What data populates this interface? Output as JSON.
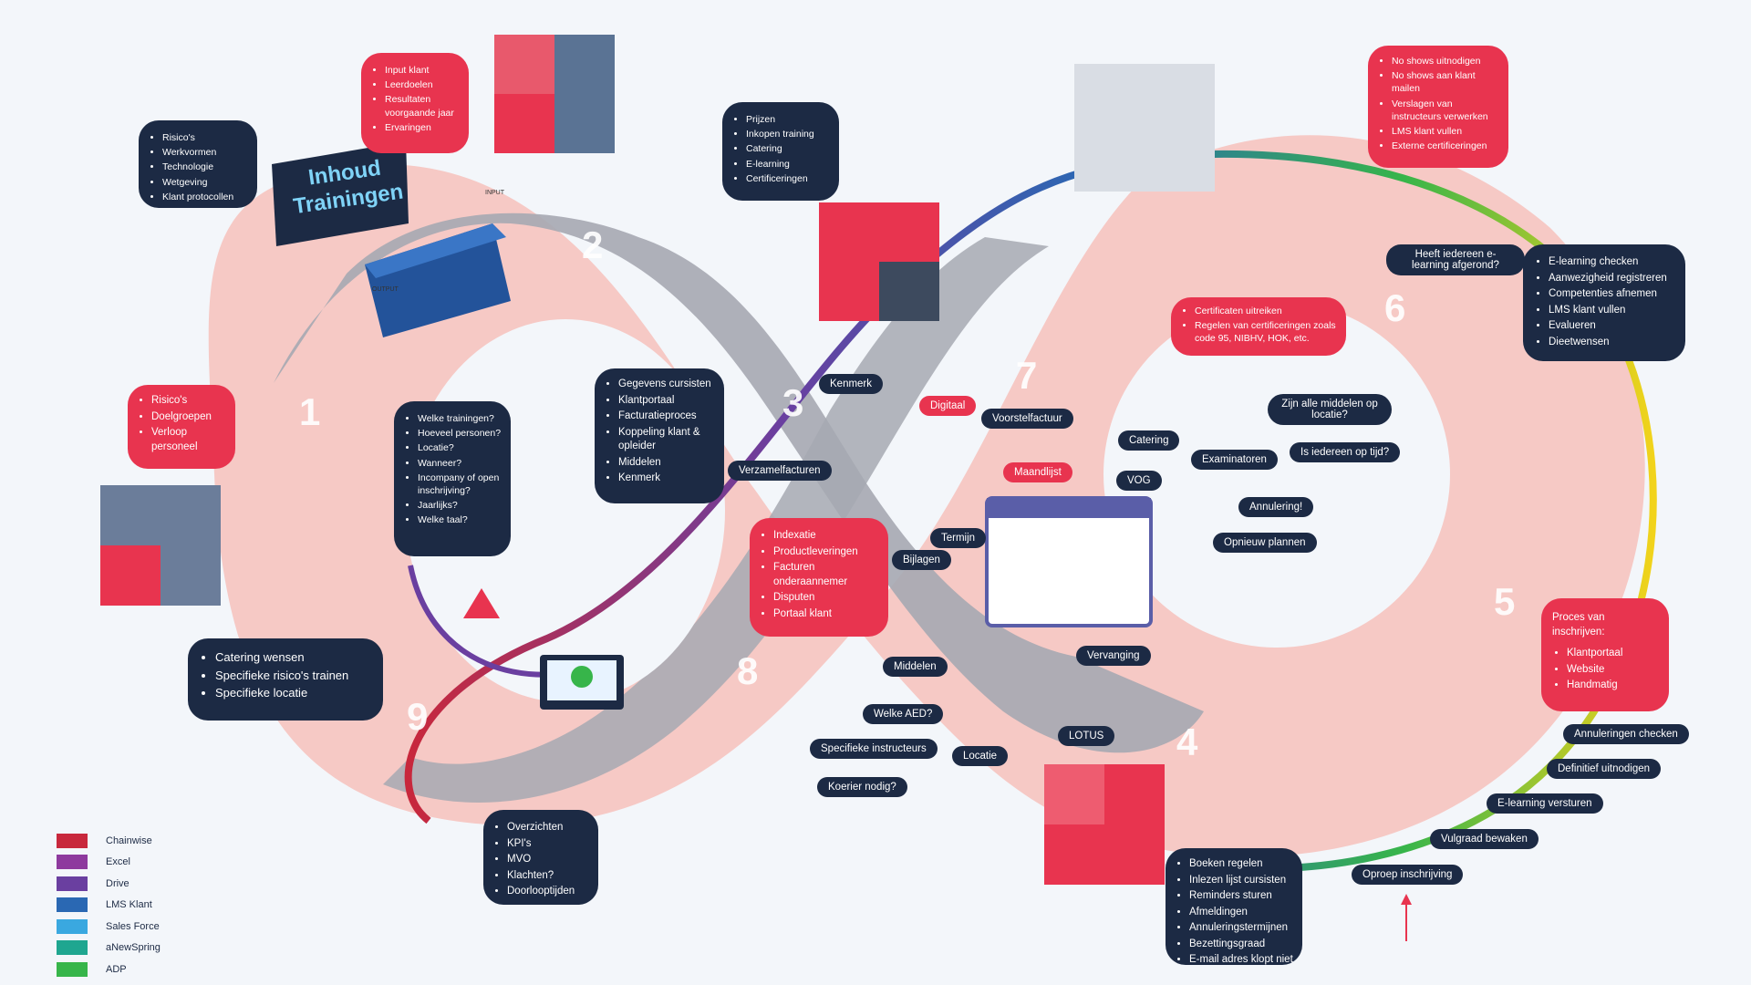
{
  "colors": {
    "navy": "#1c2a44",
    "red": "#e8344f",
    "pink": "#f8c8c4",
    "gray": "#a6a9b1",
    "bg": "#f3f6fa"
  },
  "board": {
    "line1": "Inhoud",
    "line2": "Trainingen",
    "input_tag": "INPUT",
    "output_tag": "OUTPUT"
  },
  "step_numbers": [
    "1",
    "2",
    "3",
    "4",
    "5",
    "6",
    "7",
    "8",
    "9"
  ],
  "boxes": {
    "risicos": [
      "Risico's",
      "Werkvormen",
      "Technologie",
      "Wetgeving",
      "Klant protocollen"
    ],
    "input_klant": [
      "Input klant",
      "Leerdoelen",
      "Resultaten voorgaande jaar",
      "Ervaringen"
    ],
    "prijzen": [
      "Prijzen",
      "Inkopen training",
      "Catering",
      "E-learning",
      "Certificeringen"
    ],
    "risico_red": [
      "Risico's",
      "Doelgroepen",
      "Verloop personeel"
    ],
    "vragen": [
      "Welke trainingen?",
      "Hoeveel personen?",
      "Locatie?",
      "Wanneer?",
      "Incompany of open inschrijving?",
      "Jaarlijks?",
      "Welke taal?"
    ],
    "catering_wensen": [
      "Catering wensen",
      "Specifieke risico's trainen",
      "Specifieke locatie"
    ],
    "gegevens": [
      "Gegevens cursisten",
      "Klantportaal",
      "Facturatieproces",
      "Koppeling klant & opleider",
      "Middelen",
      "Kenmerk"
    ],
    "indexatie": [
      "Indexatie",
      "Productleveringen",
      "Facturen onderaannemer",
      "Disputen",
      "Portaal klant"
    ],
    "overzichten": [
      "Overzichten",
      "KPI's",
      "MVO",
      "Klachten?",
      "Doorlooptijden"
    ],
    "no_shows": [
      "No shows uitnodigen",
      "No shows aan klant mailen",
      "Verslagen van instructeurs verwerken",
      "LMS klant vullen",
      "Externe certificeringen"
    ],
    "certificaten": [
      "Certificaten uitreiken",
      "Regelen van certificeringen zoals code 95, NIBHV, HOK, etc."
    ],
    "elearning": [
      "E-learning checken",
      "Aanwezigheid registreren",
      "Competenties afnemen",
      "LMS klant vullen",
      "Evalueren",
      "Dieetwensen"
    ],
    "inschrijven_title": "Proces van inschrijven:",
    "inschrijven": [
      "Klantportaal",
      "Website",
      "Handmatig"
    ],
    "boeken": [
      "Boeken regelen",
      "Inlezen lijst cursisten",
      "Reminders sturen",
      "Afmeldingen",
      "Annuleringstermijnen",
      "Bezettingsgraad",
      "E-mail adres klopt niet"
    ]
  },
  "pills": {
    "kenmerk": "Kenmerk",
    "digitaal": "Digitaal",
    "voorstelfactuur": "Voorstelfactuur",
    "maandlijst": "Maandlijst",
    "verzamelfacturen": "Verzamelfacturen",
    "termijn": "Termijn",
    "bijlagen": "Bijlagen",
    "catering": "Catering",
    "examinatoren": "Examinatoren",
    "vog": "VOG",
    "annulering": "Annulering!",
    "opnieuw_plannen": "Opnieuw plannen",
    "vervanging": "Vervanging",
    "middelen": "Middelen",
    "welke_aed": "Welke AED?",
    "specifieke_instructeurs": "Specifieke instructeurs",
    "locatie": "Locatie",
    "koerier": "Koerier nodig?",
    "lotus": "LOTUS",
    "heeft_iedereen": "Heeft iedereen e-learning afgerond?",
    "zijn_alle": "Zijn alle middelen op locatie?",
    "iedereen_tijd": "Is iedereen op tijd?",
    "annuleringen_checken": "Annuleringen checken",
    "definitief": "Definitief uitnodigen",
    "elearning_versturen": "E-learning versturen",
    "vulgraad": "Vulgraad bewaken",
    "oproep": "Oproep inschrijving"
  },
  "legend": [
    {
      "label": "Chainwise",
      "color": "#c8283c"
    },
    {
      "label": "Excel",
      "color": "#8e3a9e"
    },
    {
      "label": "Drive",
      "color": "#6a3fa0"
    },
    {
      "label": "LMS Klant",
      "color": "#2a68b3"
    },
    {
      "label": "Sales Force",
      "color": "#3aa8e0"
    },
    {
      "label": "aNewSpring",
      "color": "#1fa690"
    },
    {
      "label": "ADP",
      "color": "#37b54a"
    }
  ]
}
